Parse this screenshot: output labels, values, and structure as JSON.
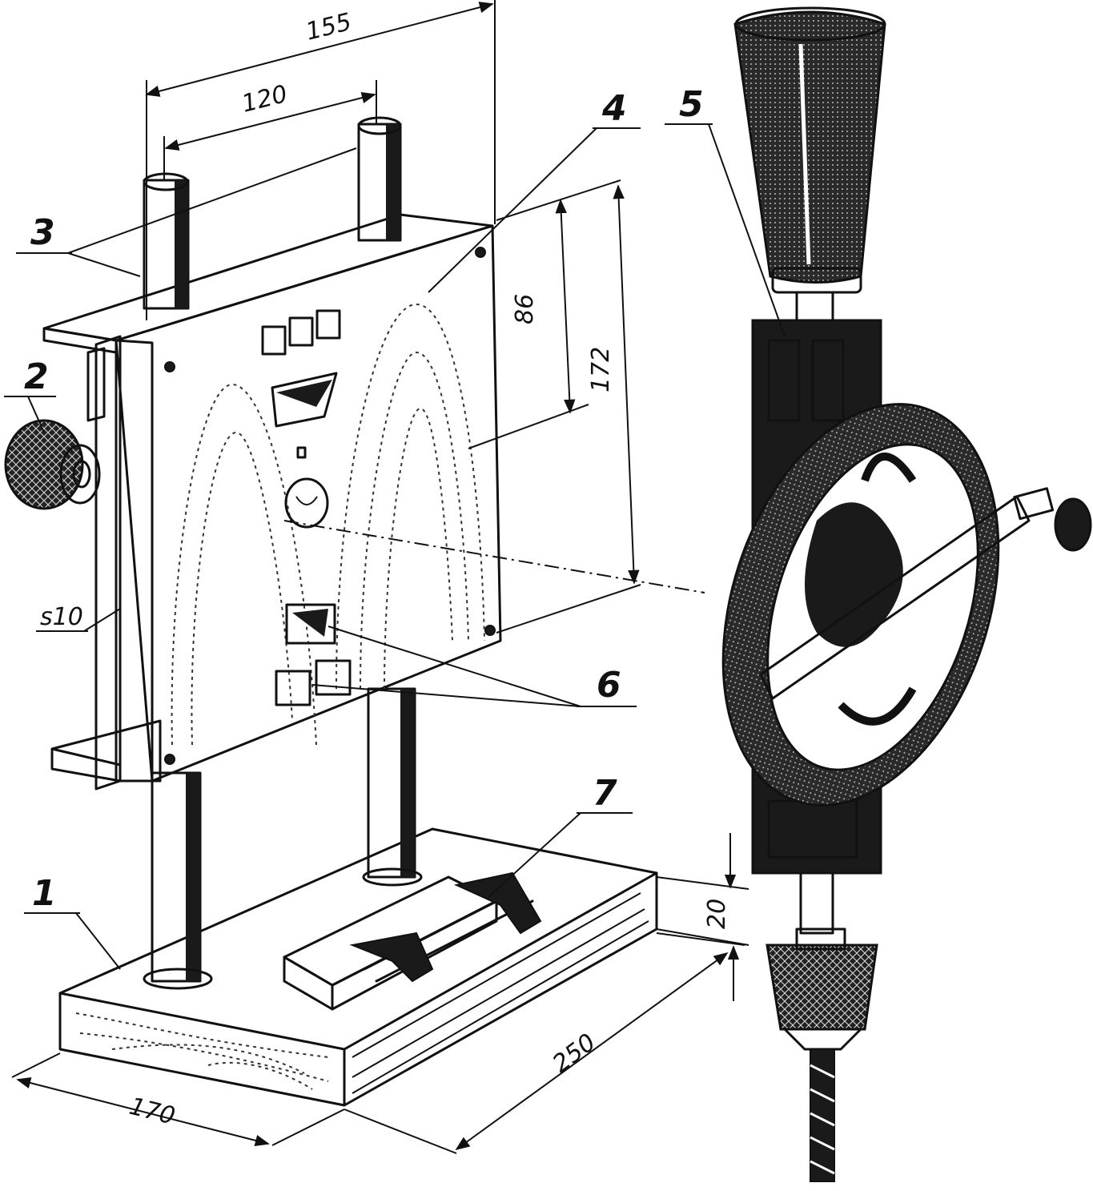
{
  "diagram": {
    "part_labels": [
      "1",
      "2",
      "3",
      "4",
      "5",
      "6",
      "7"
    ],
    "material_label": "s10",
    "dimensions": {
      "post_span": "155",
      "post_spacing": "120",
      "upper_height": "86",
      "full_height": "172",
      "base_thickness": "20",
      "base_length": "250",
      "base_width": "170"
    }
  }
}
